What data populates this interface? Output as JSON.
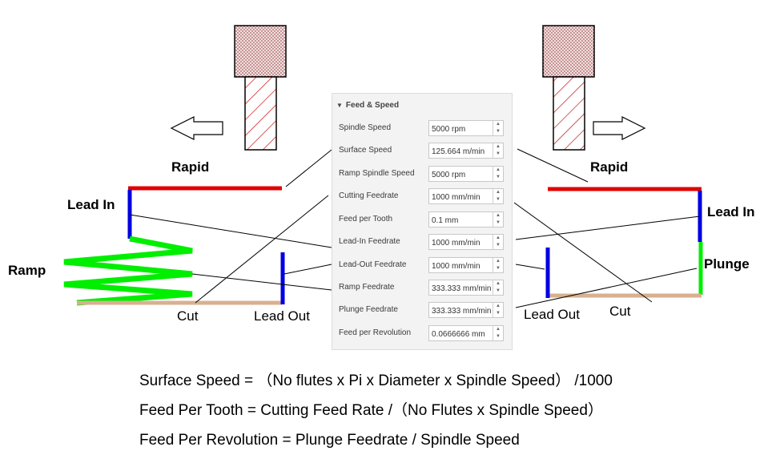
{
  "labels": {
    "rapid_left": "Rapid",
    "rapid_right": "Rapid",
    "lead_in_left": "Lead In",
    "lead_in_right": "Lead In",
    "ramp": "Ramp",
    "cut_left": "Cut",
    "cut_right": "Cut",
    "lead_out_left": "Lead Out",
    "lead_out_right": "Lead Out",
    "plunge": "Plunge"
  },
  "panel": {
    "title": "Feed & Speed",
    "rows": [
      {
        "label": "Spindle Speed",
        "value": "5000 rpm"
      },
      {
        "label": "Surface Speed",
        "value": "125.664 m/min"
      },
      {
        "label": "Ramp Spindle Speed",
        "value": "5000 rpm"
      },
      {
        "label": "Cutting Feedrate",
        "value": "1000 mm/min"
      },
      {
        "label": "Feed per Tooth",
        "value": "0.1 mm"
      },
      {
        "label": "Lead-In Feedrate",
        "value": "1000 mm/min"
      },
      {
        "label": "Lead-Out Feedrate",
        "value": "1000 mm/min"
      },
      {
        "label": "Ramp Feedrate",
        "value": "333.333 mm/min"
      },
      {
        "label": "Plunge Feedrate",
        "value": "333.333 mm/min"
      },
      {
        "label": "Feed per Revolution",
        "value": "0.0666666 mm"
      }
    ]
  },
  "formulas": {
    "surface_speed": "Surface Speed = （No flutes x Pi x Diameter x Spindle Speed） /1000",
    "feed_per_tooth": "Feed Per Tooth = Cutting Feed Rate /（No Flutes x Spindle Speed）",
    "feed_per_rev": "Feed Per Revolution = Plunge Feedrate / Spindle Speed"
  },
  "colors": {
    "rapid": "#e00000",
    "lead": "#0000e0",
    "ramp_plunge": "#00ee00",
    "cut": "#d8b090",
    "hatch": "#c00000"
  }
}
